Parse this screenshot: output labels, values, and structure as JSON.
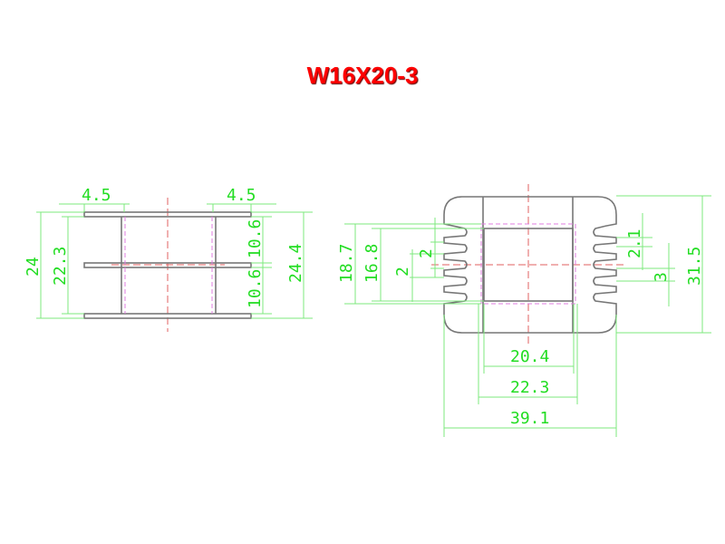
{
  "title": "W16X20-3",
  "colors": {
    "title": "#ff0000",
    "dimension": "#22dd22",
    "outline": "#777777",
    "hidden": "#e07de0",
    "center": "#e06060"
  },
  "side_view": {
    "flange_left": "4.5",
    "flange_right": "4.5",
    "overall": "24",
    "inner": "22.3",
    "upper_slot": "10.6",
    "lower_slot": "10.6",
    "total_right": "24.4"
  },
  "front_view": {
    "window_outer": "18.7",
    "window_inner": "16.8",
    "fin_pitch": "2",
    "fin_gap": "2",
    "right_fin": "2.1",
    "right_slot": "3",
    "height": "31.5",
    "core_width": "20.4",
    "window_width": "22.3",
    "overall_width": "39.1"
  }
}
